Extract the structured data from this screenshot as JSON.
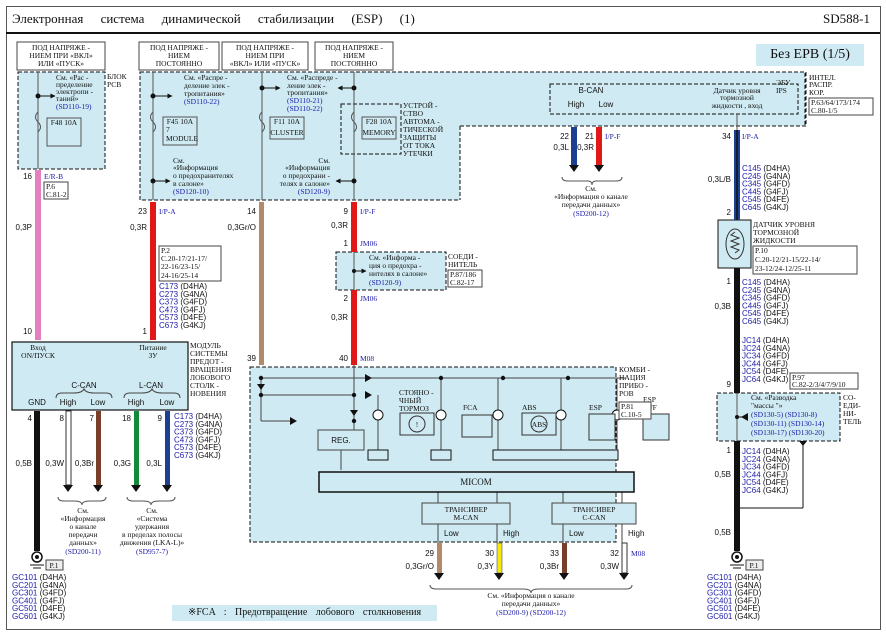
{
  "header": {
    "title": "Электронная система динамической стабилизации (ESP) (1)",
    "code": "SD588-1",
    "variant": "Без EPB (1/5)"
  },
  "power_sources": [
    {
      "line1": "ПОД НАПРЯЖЕ -",
      "line2": "НИЕМ ПРИ «ВКЛ»",
      "line3": "ИЛИ «ПУСК»"
    },
    {
      "line1": "ПОД НАПРЯЖЕ -",
      "line2": "НИЕМ",
      "line3": "ПОСТОЯННО"
    },
    {
      "line1": "ПОД НАПРЯЖЕ -",
      "line2": "НИЕМ ПРИ",
      "line3": "«ВКЛ» ИЛИ «ПУСК»"
    },
    {
      "line1": "ПОД НАПРЯЖЕ -",
      "line2": "НИЕМ",
      "line3": "ПОСТОЯННО"
    }
  ],
  "pcb_block": {
    "label": [
      "БЛОК",
      "РСВ"
    ],
    "ref_text": [
      "См. «Рас -",
      "пределение",
      "электропи -",
      "таний»"
    ],
    "ref_link": "(SD110-19)",
    "fuse": "F48 10A"
  },
  "ips_block": {
    "ref1_text": [
      "См. «Распре -",
      "деление  элек -",
      "тропитания»"
    ],
    "ref1_link": "(SD110-22)",
    "ref2_text": [
      "См. «Распреде -",
      "ление  элек -",
      "тропитания»"
    ],
    "ref2_links": [
      "(SD110-21)",
      "(SD110-22)"
    ],
    "fuse_module": {
      "rating": "F45 10A",
      "label": [
        "7",
        "MODULE"
      ]
    },
    "fuse_cluster": {
      "rating": "F11 10A",
      "label": "CLUSTER"
    },
    "fuse_memory": {
      "rating": "F28 10A",
      "label": "MEMORY"
    },
    "leak_device": [
      "УСТРОЙ -",
      "СТВО",
      "АВТОМА -",
      "ТИЧЕСКОЙ",
      "ЗАЩИТЫ",
      "ОТ ТОКА",
      "УТЕЧКИ"
    ],
    "ref3_text": [
      "См.",
      "«Информация",
      "о предохранителях",
      "в салоне»"
    ],
    "ref3_link": "(SD120-10)",
    "ref4_text": [
      "См.",
      "«Информация",
      "о предохрани -",
      "телях  в салоне»"
    ],
    "ref4_link": "(SD120-9)",
    "bcan": {
      "label": "B-CAN",
      "high": "High",
      "low": "Low"
    },
    "brake_sensor_input": [
      "Датчик  уровня",
      "тормозной",
      "жидкости  , вход"
    ],
    "ecu_label": [
      "ЭБУ",
      "IPS"
    ],
    "block_label": [
      "ИНТЕЛ.",
      "РАСПР.",
      "КОР."
    ],
    "block_ref": [
      "P.63/64/173/174",
      "C.80-1/5"
    ]
  },
  "wires": {
    "pink": {
      "pin_top": "16",
      "conn": "E/R-B",
      "size": "0,3P",
      "pin_bottom": "10",
      "ref": [
        "P.6",
        "C.81-2"
      ]
    },
    "red1": {
      "pin_top": "23",
      "conn": "I/P-A",
      "size": "0,3R",
      "pin_bottom": "1",
      "ref": [
        "P.2",
        "C.20-17/21-17/",
        "22-16/23-15/",
        "24-16/25-14"
      ]
    },
    "tan": {
      "pin_top": "14",
      "size": "0,3Gr/O",
      "pin_bottom": "39"
    },
    "red2": {
      "pin_top": "9",
      "conn": "I/P-F",
      "size_top": "0,3R",
      "j1_pin": "1",
      "j1": "JM06",
      "j2_pin": "2",
      "j2": "JM06",
      "size_bottom": "0,3R",
      "pin_bottom": "40",
      "conn_bottom": "M08"
    },
    "bcan_high": {
      "pin": "22",
      "size": "0,3L"
    },
    "bcan_low": {
      "pin": "21",
      "size": "0,3R",
      "conn": "I/P-F"
    },
    "brake_wire_top": {
      "pin_top": "34",
      "conn": "I/P-A",
      "size": "0,3L/B",
      "pin_bottom": "2"
    },
    "brake_wire_bottom": {
      "pin_top": "1",
      "size": "0,3B",
      "pin_bottom": "9"
    },
    "ground_right": {
      "pin_top": "1",
      "size": "0,5B"
    },
    "fca_gnd": {
      "pin": "4",
      "size": "0,5B"
    },
    "fca_ccan_high": {
      "pin": "8",
      "size": "0,3W"
    },
    "fca_ccan_low": {
      "pin": "7",
      "size": "0,3Br"
    },
    "fca_lcan_high": {
      "pin": "18",
      "size": "0,3G"
    },
    "fca_lcan_low": {
      "pin": "9",
      "size": "0,3L"
    },
    "cl_mcan_low": {
      "pin": "29",
      "size": "0,3Gr/O"
    },
    "cl_mcan_high": {
      "pin": "30",
      "size": "0,3Y"
    },
    "cl_ccan_low": {
      "pin": "33",
      "size": "0,3Br"
    },
    "cl_ccan_high": {
      "pin": "32",
      "size": "0,3W",
      "conn": "M08"
    }
  },
  "connector_variants": {
    "c173": [
      [
        "C173",
        "(D4HA)"
      ],
      [
        "C273",
        "(G4NA)"
      ],
      [
        "C373",
        "(G4FD)"
      ],
      [
        "C473",
        "(G4FJ)"
      ],
      [
        "C573",
        "(D4FE)"
      ],
      [
        "C673",
        "(G4KJ)"
      ]
    ],
    "c145": [
      [
        "C145",
        "(D4HA)"
      ],
      [
        "C245",
        "(G4NA)"
      ],
      [
        "C345",
        "(G4FD)"
      ],
      [
        "C445",
        "(G4FJ)"
      ],
      [
        "C545",
        "(D4FE)"
      ],
      [
        "C645",
        "(G4KJ)"
      ]
    ],
    "jc14": [
      [
        "JC14",
        "(D4HA)"
      ],
      [
        "JC24",
        "(G4NA)"
      ],
      [
        "JC34",
        "(G4FD)"
      ],
      [
        "JC44",
        "(G4FJ)"
      ],
      [
        "JC54",
        "(D4FE)"
      ],
      [
        "JC64",
        "(G4KJ)"
      ]
    ],
    "gc101": [
      [
        "GC101",
        "(D4HA)"
      ],
      [
        "GC201",
        "(G4NA)"
      ],
      [
        "GC301",
        "(G4FD)"
      ],
      [
        "GC401",
        "(G4FJ)"
      ],
      [
        "GC501",
        "(D4FE)"
      ],
      [
        "GC601",
        "(G4KJ)"
      ]
    ]
  },
  "junction_block": {
    "ref_text": [
      "См. «Информа -",
      "ция о предохра -",
      "нителях  в салоне»"
    ],
    "ref_link": "(SD120-9)",
    "label": [
      "СОЕДИ -",
      "НИТЕЛЬ"
    ],
    "ref": [
      "P.87/186",
      "C.82-17"
    ]
  },
  "fca_module": {
    "input1": [
      "Вход",
      "ON/ПУСК"
    ],
    "input2": [
      "Питание",
      "ЗУ"
    ],
    "ccan": "C-CAN",
    "lcan": "L-CAN",
    "gnd": "GND",
    "high": "High",
    "low": "Low",
    "label": [
      "МОДУЛЬ",
      "СИСТЕМЫ",
      "ПРЕДОТ -",
      "ВРАЩЕНИЯ",
      "ЛОБОВОГО",
      "СТОЛК -",
      "НОВЕНИЯ"
    ],
    "ref1_text": [
      "См.",
      "«Информация",
      "о канале",
      "передачи",
      "данных»"
    ],
    "ref1_link": "(SD200-11)",
    "ref2_text": [
      "См.",
      "«Система",
      "удержания",
      "в пределах  полосы",
      "движения  (LKA-L)»"
    ],
    "ref2_link": "(SD957-7)"
  },
  "cluster": {
    "label": [
      "КОМБИ -",
      "НАЦИЯ",
      "ПРИБО -",
      "РОВ"
    ],
    "ref": [
      "P.81",
      "C.10-5"
    ],
    "indicators": [
      "СТОЯНО -",
      "ЧНЫЙ",
      "ТОРМОЗ"
    ],
    "fca": "FCA",
    "abs": "ABS",
    "esp": "ESP",
    "esp_off": [
      "ESP",
      "OFF"
    ],
    "reg": "REG.",
    "micom": "MICOM",
    "trx_mcan": [
      "ТРАНСИВЕР",
      "M-CAN"
    ],
    "trx_ccan": [
      "ТРАНСИВЕР",
      "C-CAN"
    ],
    "low": "Low",
    "high": "High",
    "ref_text": [
      "См. «Информация   о канале",
      "передачи  данных»"
    ],
    "ref_links": "(SD200-9)  (SD200-12)"
  },
  "bcan_ref": {
    "text": [
      "См.",
      "«Информация   о канале",
      "передачи  данных»"
    ],
    "link": "(SD200-12)"
  },
  "brake_sensor": {
    "label": [
      "ДАТЧИК УРОВНЯ",
      "ТОРМОЗНОЙ",
      "ЖИДКОСТИ"
    ],
    "ref": [
      "P.10",
      "C.20-12/21-15/22-14/",
      "23-12/24-12/25-11"
    ]
  },
  "ground_connector": {
    "ref_text": [
      "См. «Разводка",
      "\"массы \"»"
    ],
    "links": [
      "(SD130-5)  (SD130-8)",
      "(SD130-11)  (SD130-14)",
      "(SD130-17)  (SD130-20)"
    ],
    "label": [
      "СО-",
      "ЕДИ-",
      "НИ-",
      "ТЕЛЬ"
    ],
    "ref": [
      "P.97",
      "C.82-2/3/4/7/9/10"
    ]
  },
  "grounds": {
    "left_label": "P.1",
    "right_label": "P.1"
  },
  "footnote": "※FCA :  Предотвращение   лобового   столкновения",
  "colors": {
    "block_fill": "#cfeaf2",
    "wire_pink": "#e57fbf",
    "wire_red": "#e01818",
    "wire_tan": "#b08a6a",
    "wire_blue": "#1b3f91",
    "wire_green": "#138a3a",
    "wire_brown": "#7a3f2a",
    "wire_yellow": "#f2ea10",
    "link_blue": "#1a1aa8"
  }
}
